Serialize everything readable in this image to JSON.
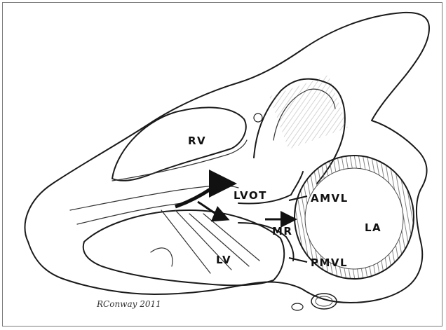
{
  "figure": {
    "labels": {
      "rv": "RV",
      "lvot": "LVOT",
      "amvl": "AMVL",
      "la": "LA",
      "mr": "MR",
      "lv": "LV",
      "pmvl": "PMVL"
    },
    "signature": "RConway 2011"
  },
  "colors": {
    "ink": "#1a1a1a",
    "background": "#ffffff",
    "frame": "#7a7a7a"
  }
}
